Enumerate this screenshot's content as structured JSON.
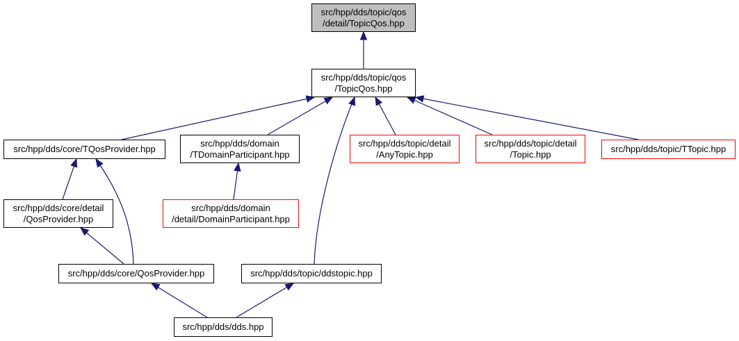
{
  "colors": {
    "edge": "#191970",
    "node_border": "#000000",
    "incomplete_border": "#ff0000",
    "root_fill": "#bfbfbf"
  },
  "nodes": {
    "topicqos_detail": {
      "line1": "src/hpp/dds/topic/qos",
      "line2": "/detail/TopicQos.hpp"
    },
    "topicqos": {
      "line1": "src/hpp/dds/topic/qos",
      "line2": "/TopicQos.hpp"
    },
    "tqosprovider": {
      "line1": "src/hpp/dds/core/TQosProvider.hpp"
    },
    "tdomainparticipant": {
      "line1": "src/hpp/dds/domain",
      "line2": "/TDomainParticipant.hpp"
    },
    "anytopic": {
      "line1": "src/hpp/dds/topic/detail",
      "line2": "/AnyTopic.hpp"
    },
    "topic_detail": {
      "line1": "src/hpp/dds/topic/detail",
      "line2": "/Topic.hpp"
    },
    "ttopic": {
      "line1": "src/hpp/dds/topic/TTopic.hpp"
    },
    "qosprovider_detail": {
      "line1": "src/hpp/dds/core/detail",
      "line2": "/QosProvider.hpp"
    },
    "domainparticipant_detail": {
      "line1": "src/hpp/dds/domain",
      "line2": "/detail/DomainParticipant.hpp"
    },
    "qosprovider": {
      "line1": "src/hpp/dds/core/QosProvider.hpp"
    },
    "ddstopic": {
      "line1": "src/hpp/dds/topic/ddstopic.hpp"
    },
    "dds": {
      "line1": "src/hpp/dds/dds.hpp"
    }
  }
}
